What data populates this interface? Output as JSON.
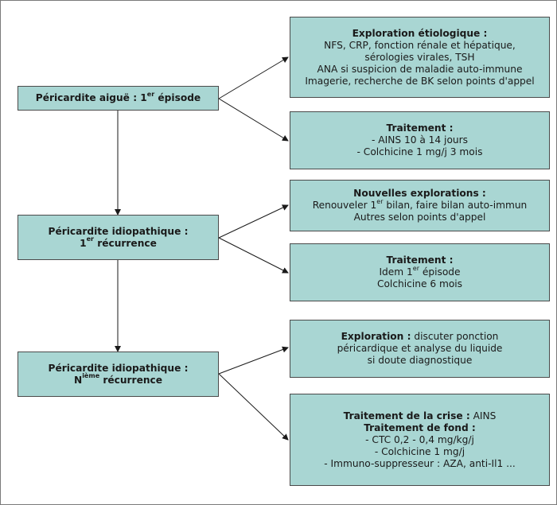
{
  "left_boxes": [
    {
      "id": "episode1",
      "pre": "Péricardite aiguë : 1",
      "sup": "er",
      "post": " épisode"
    },
    {
      "id": "recurrence1",
      "line1": "Péricardite idiopathique :",
      "sup": "er",
      "pre": "1",
      "post": " récurrence"
    },
    {
      "id": "recurrenceN",
      "line1": "Péricardite idiopathique :",
      "pre": "N",
      "sup": "ième",
      "post": " récurrence"
    }
  ],
  "right_boxes": {
    "exploration_etio": {
      "title": "Exploration étiologique :",
      "lines": [
        "NFS, CRP, fonction rénale et hépatique,",
        "sérologies virales, TSH",
        "ANA si suspicion de maladie auto-immune",
        "Imagerie, recherche de BK selon points d'appel"
      ]
    },
    "traitement1": {
      "title": "Traitement :",
      "lines": [
        "- AINS 10 à 14 jours",
        "- Colchicine 1 mg/j 3 mois"
      ]
    },
    "nouvelles": {
      "title": "Nouvelles explorations :",
      "l1_pre": "Renouveler 1",
      "l1_sup": "er",
      "l1_post": " bilan, faire bilan auto-immun",
      "l2": "Autres selon points d'appel"
    },
    "traitement2": {
      "title": "Traitement :",
      "l1_pre": "Idem 1",
      "l1_sup": "er",
      "l1_post": " épisode",
      "l2": "Colchicine 6 mois"
    },
    "exploration3": {
      "title": "Exploration :",
      "l1_rest": " discuter ponction",
      "l2": "péricardique et analyse du liquide",
      "l3": "si doute diagnostique"
    },
    "traitement3": {
      "crise_title": "Traitement de la crise :",
      "crise_rest": " AINS",
      "fond_title": "Traitement de fond :",
      "lines": [
        "- CTC 0,2 - 0,4 mg/kg/j",
        "- Colchicine 1 mg/j",
        "- Immuno-suppresseur : AZA, anti-Il1 ..."
      ]
    }
  }
}
